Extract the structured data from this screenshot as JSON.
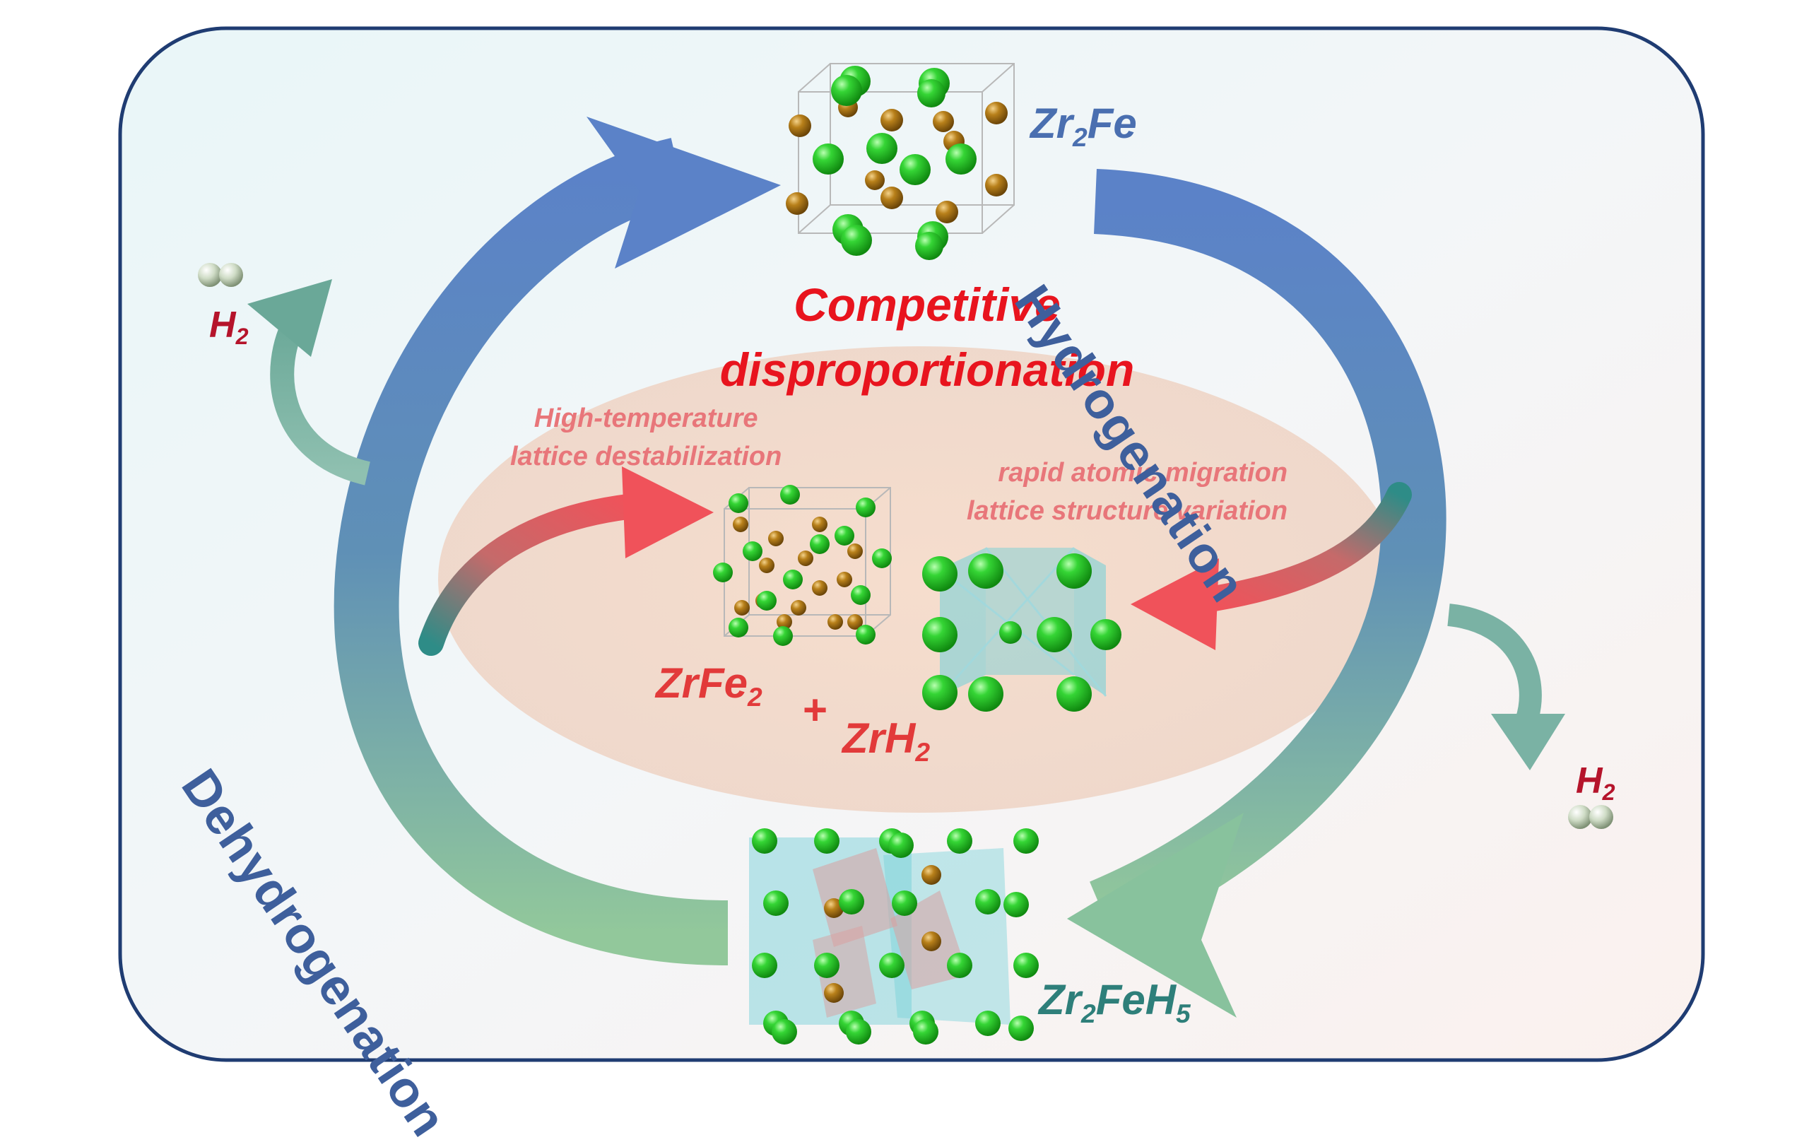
{
  "headline": {
    "line1": "Competitive",
    "line2": "disproportionation"
  },
  "processes": {
    "hydrogenation": "Hydrogenation",
    "dehydrogenation": "Dehydrogenation"
  },
  "compounds": {
    "top": {
      "base": "Zr",
      "sub": "2",
      "rest": "Fe"
    },
    "bottom": {
      "base": "Zr",
      "sub1": "2",
      "mid": "FeH",
      "sub2": "5"
    },
    "product1": {
      "base": "ZrFe",
      "sub": "2"
    },
    "plus": "+",
    "product2": {
      "base": "ZrH",
      "sub": "2"
    }
  },
  "gas": {
    "base": "H",
    "sub": "2"
  },
  "notes": {
    "left_line1": "High-temperature",
    "left_line2": "lattice destabilization",
    "right_line1": "rapid atomic migration",
    "right_line2": "lattice structure variation"
  },
  "colors": {
    "frame": "#1f3c72",
    "cycle_top": "#5b82c8",
    "cycle_bottom": "#8cc6a3",
    "headline": "#e8141e",
    "note": "#e8767a",
    "ellipse": "#f3d9c6",
    "zr_atom": "#22cc22",
    "fe_atom": "#b8860b",
    "h_atom": "#c9d7c2",
    "polyhedron_cyan": "#6fcfd8",
    "polyhedron_pink": "#d9a0a0"
  }
}
